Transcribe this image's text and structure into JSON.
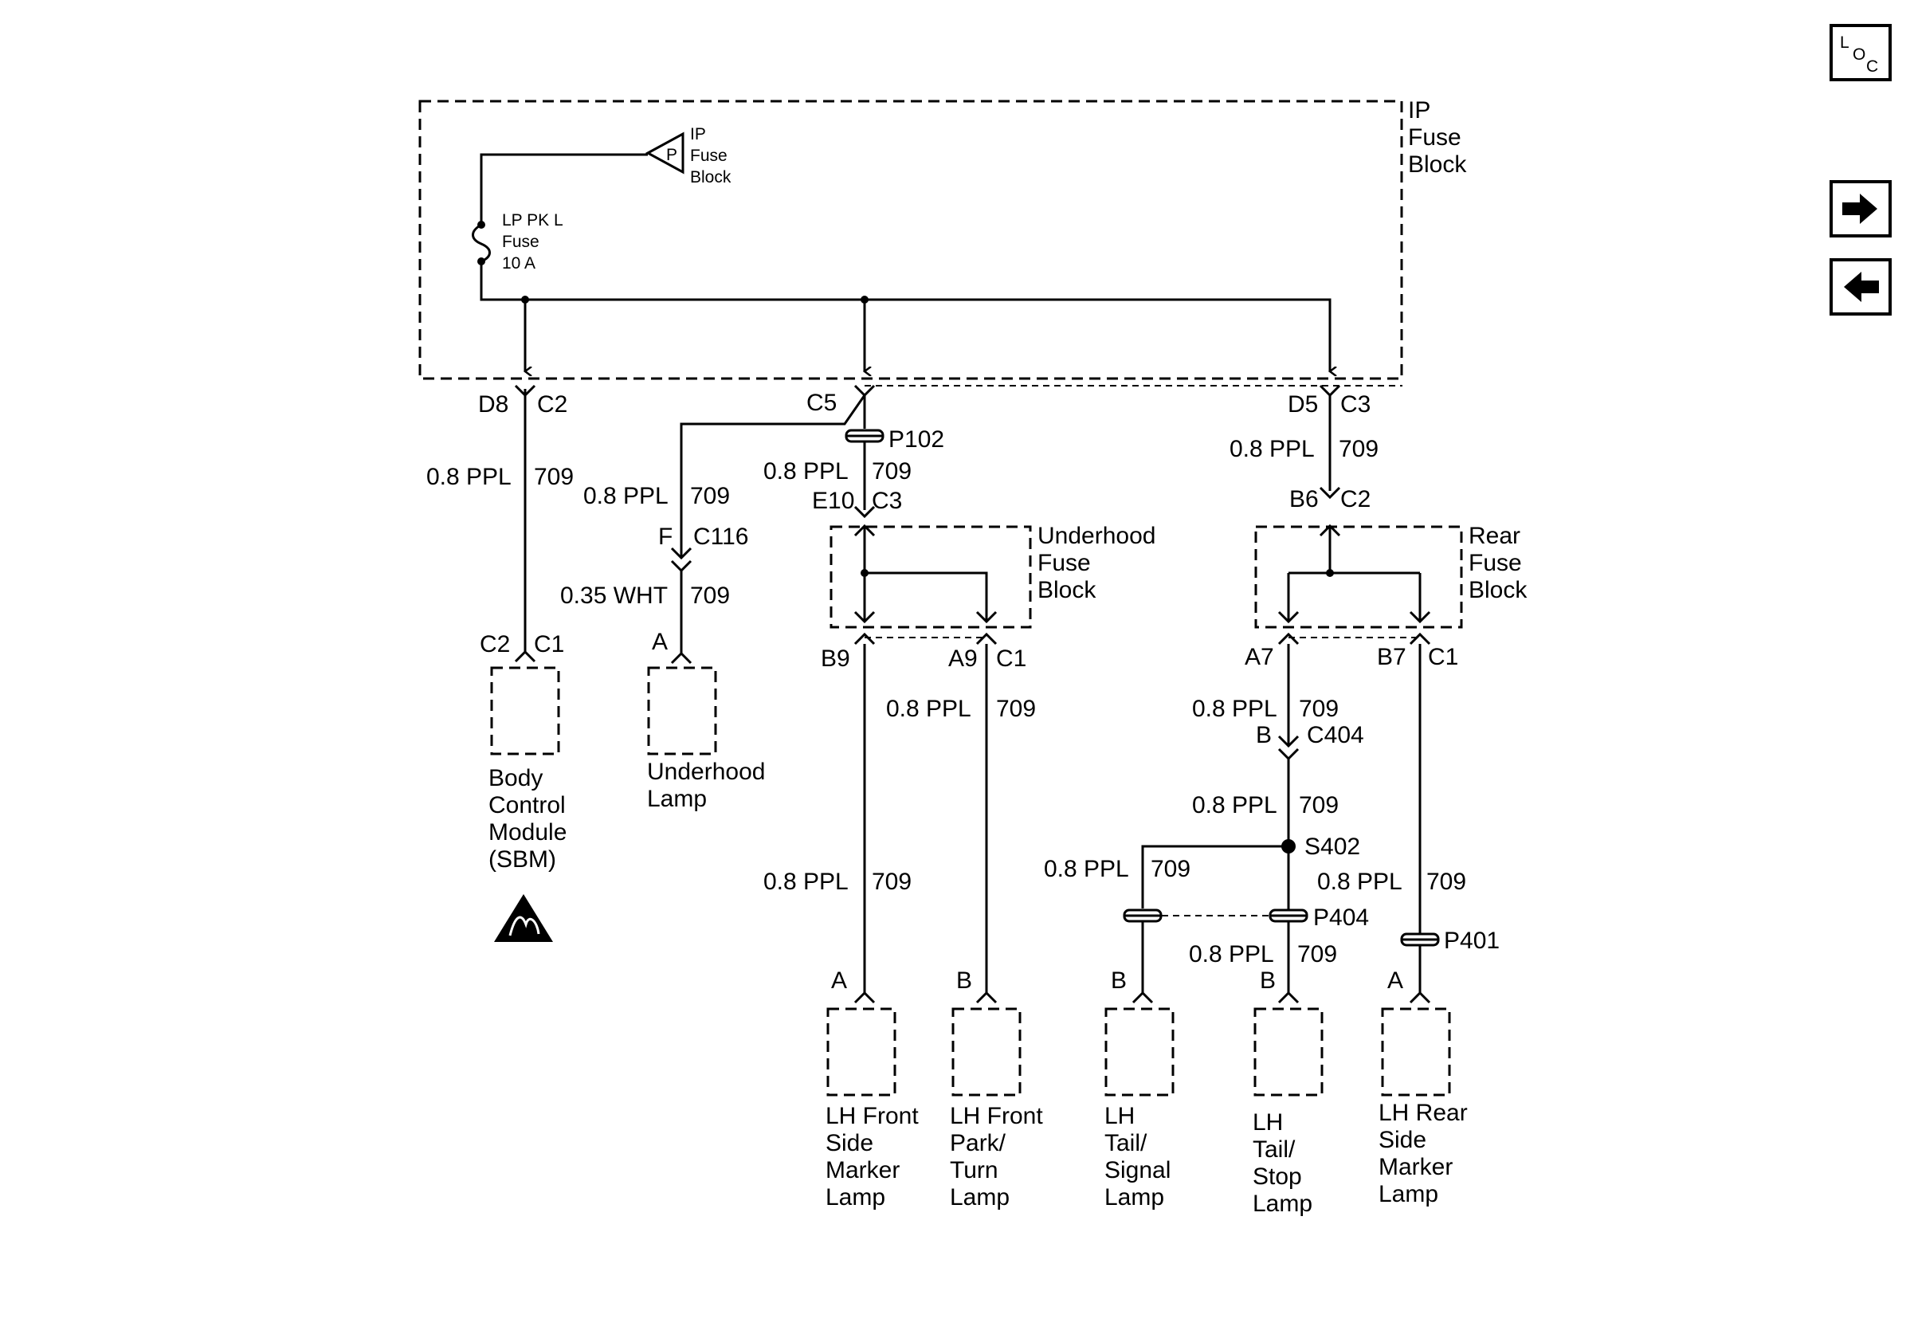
{
  "nav": {
    "loc_letters": [
      "L",
      "O",
      "C"
    ],
    "forward_icon": "arrow-right-icon",
    "back_icon": "arrow-left-icon"
  },
  "ip_fuse_block": {
    "label": [
      "IP",
      "Fuse",
      "Block"
    ],
    "power_symbol": "P",
    "power_label": [
      "IP",
      "Fuse",
      "Block"
    ],
    "fuse_label": [
      "LP PK L",
      "Fuse",
      "10 A"
    ]
  },
  "connectors": {
    "d8": "D8",
    "c2_a": "C2",
    "c5": "C5",
    "d5": "D5",
    "c3_a": "C3",
    "p102": "P102",
    "e10": "E10",
    "c3_b": "C3",
    "f": "F",
    "c116": "C116",
    "b6": "B6",
    "c2_b": "C2",
    "c2_bcm": "C2",
    "c1_bcm": "C1",
    "a_hood": "A",
    "b9": "B9",
    "a9": "A9",
    "c1_uh": "C1",
    "a7": "A7",
    "b7": "B7",
    "c1_rf": "C1",
    "b_c404": "B",
    "c404": "C404",
    "s402": "S402",
    "p404": "P404",
    "p401": "P401",
    "a_lfs": "A",
    "b_lfp": "B",
    "b_lts": "B",
    "b_ltst": "B",
    "a_lrs": "A"
  },
  "wires": {
    "bcm_size": "0.8 PPL",
    "bcm_circ": "709",
    "hood1_size": "0.8 PPL",
    "hood1_circ": "709",
    "hood2_size": "0.35 WHT",
    "hood2_circ": "709",
    "uh_in_size": "0.8 PPL",
    "uh_in_circ": "709",
    "rf_in_size": "0.8 PPL",
    "rf_in_circ": "709",
    "park_size": "0.8 PPL",
    "park_circ": "709",
    "side_size": "0.8 PPL",
    "side_circ": "709",
    "a7_size": "0.8 PPL",
    "a7_circ": "709",
    "c404_size": "0.8 PPL",
    "c404_circ": "709",
    "tailsig_size": "0.8 PPL",
    "tailsig_circ": "709",
    "rear_side_size": "0.8 PPL",
    "rear_side_circ": "709",
    "tailstop_size": "0.8 PPL",
    "tailstop_circ": "709"
  },
  "boxes": {
    "underhood_fuse_block": [
      "Underhood",
      "Fuse",
      "Block"
    ],
    "rear_fuse_block": [
      "Rear",
      "Fuse",
      "Block"
    ]
  },
  "components": {
    "bcm": [
      "Body",
      "Control",
      "Module",
      "(SBM)"
    ],
    "underhood_lamp": [
      "Underhood",
      "Lamp"
    ],
    "lh_front_side_marker": [
      "LH Front",
      "Side",
      "Marker",
      "Lamp"
    ],
    "lh_front_park_turn": [
      "LH Front",
      "Park/",
      "Turn",
      "Lamp"
    ],
    "lh_tail_signal": [
      "LH",
      "Tail/",
      "Signal",
      "Lamp"
    ],
    "lh_tail_stop": [
      "LH",
      "Tail/",
      "Stop",
      "Lamp"
    ],
    "lh_rear_side_marker": [
      "LH Rear",
      "Side",
      "Marker",
      "Lamp"
    ]
  },
  "esd_icon": "esd-sensitive-icon"
}
